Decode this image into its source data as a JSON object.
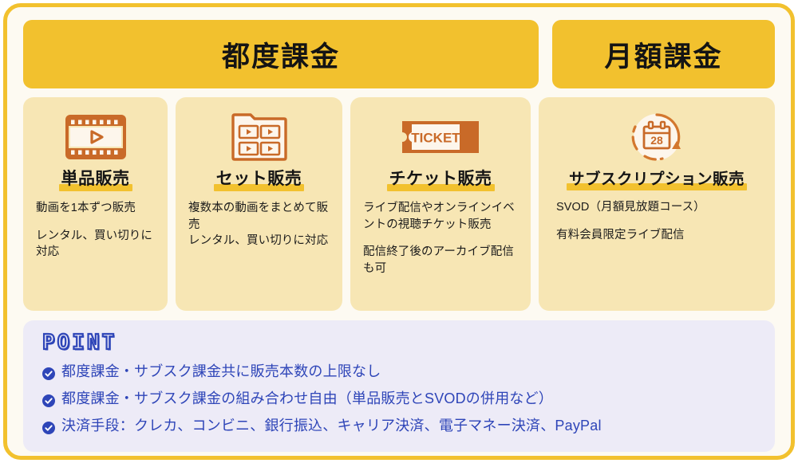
{
  "colors": {
    "brand_yellow": "#F2C12E",
    "card_bg": "#F7E6B4",
    "page_bg": "#FDFAF2",
    "icon_orange": "#C96A28",
    "point_bg": "#EDEBF7",
    "point_blue": "#2E45B8"
  },
  "header": {
    "banners": [
      {
        "label": "都度課金"
      },
      {
        "label": "月額課金"
      }
    ]
  },
  "cards": [
    {
      "icon": "film-strip-play-icon",
      "title": "単品販売",
      "body": [
        "動画を1本ずつ販売",
        "レンタル、買い切りに対応"
      ]
    },
    {
      "icon": "folder-videos-icon",
      "title": "セット販売",
      "body": [
        "複数本の動画をまとめて販売",
        "レンタル、買い切りに対応"
      ]
    },
    {
      "icon": "ticket-icon",
      "icon_label": "TICKET",
      "title": "チケット販売",
      "body": [
        "ライブ配信やオンラインイベントの視聴チケット販売",
        "配信終了後のアーカイブ配信も可"
      ]
    },
    {
      "icon": "calendar-recurring-icon",
      "icon_label": "28",
      "title": "サブスクリプション販売",
      "body": [
        "SVOD（月額見放題コース）",
        "有料会員限定ライブ配信"
      ]
    }
  ],
  "point": {
    "heading": "POINT",
    "items": [
      "都度課金・サブスク課金共に販売本数の上限なし",
      "都度課金・サブスク課金の組み合わせ自由（単品販売とSVODの併用など）",
      "決済手段：クレカ、コンビニ、銀行振込、キャリア決済、電子マネー決済、PayPal"
    ]
  }
}
